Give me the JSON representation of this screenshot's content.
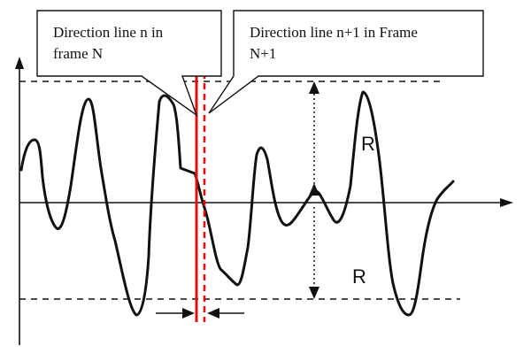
{
  "callouts": {
    "frame_n": {
      "line1": "Direction line n in",
      "line2": "frame N"
    },
    "frame_n1": {
      "line1": "Direction line n+1 in Frame",
      "line2": "N+1"
    }
  },
  "labels": {
    "r_upper": "R",
    "r_lower": "R"
  },
  "colors": {
    "direction_line_n": "#e01010",
    "direction_line_n1": "#e01010",
    "ink": "#111111"
  }
}
